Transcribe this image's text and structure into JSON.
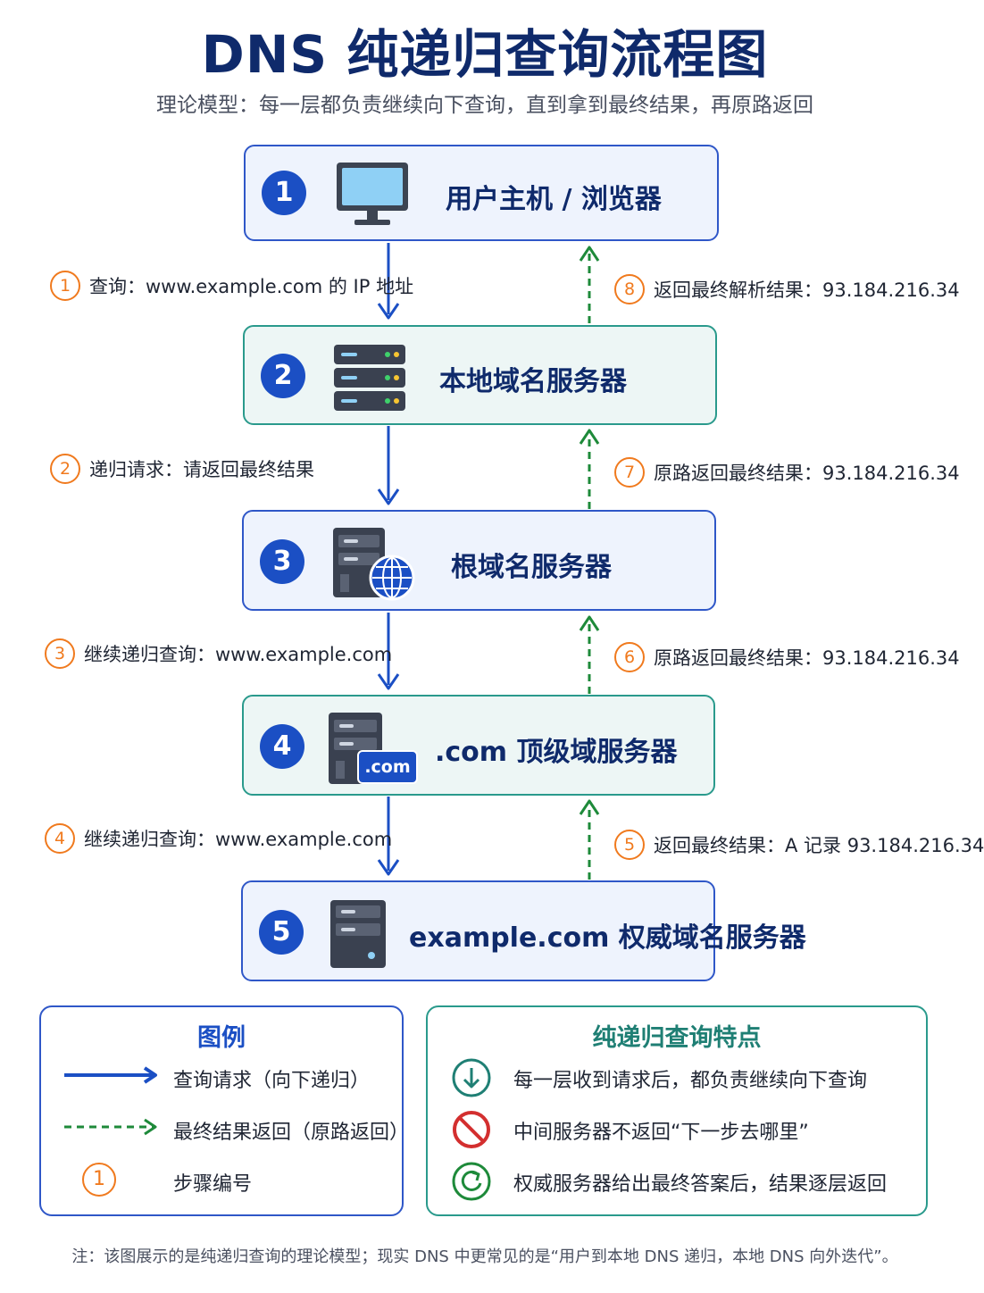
{
  "title": "DNS 纯递归查询流程图",
  "subtitle": "理论模型：每一层都负责继续向下查询，直到拿到最终结果，再原路返回",
  "nodes": [
    {
      "num": "1",
      "label": "用户主机 / 浏览器",
      "icon": "monitor-icon"
    },
    {
      "num": "2",
      "label": "本地域名服务器",
      "icon": "server-rack-icon"
    },
    {
      "num": "3",
      "label": "根域名服务器",
      "icon": "server-globe-icon"
    },
    {
      "num": "4",
      "label": ".com 顶级域服务器",
      "icon": "server-com-icon",
      "badge": ".com"
    },
    {
      "num": "5",
      "label": "example.com 权威域名服务器",
      "icon": "server-tower-icon"
    }
  ],
  "queries": [
    {
      "num": "1",
      "text": "查询：www.example.com 的 IP 地址"
    },
    {
      "num": "2",
      "text": "递归请求：请返回最终结果"
    },
    {
      "num": "3",
      "text": "继续递归查询：www.example.com"
    },
    {
      "num": "4",
      "text": "继续递归查询：www.example.com"
    }
  ],
  "responses": [
    {
      "num": "8",
      "text": "返回最终解析结果：93.184.216.34"
    },
    {
      "num": "7",
      "text": "原路返回最终结果：93.184.216.34"
    },
    {
      "num": "6",
      "text": "原路返回最终结果：93.184.216.34"
    },
    {
      "num": "5",
      "text": "返回最终结果：A 记录 93.184.216.34"
    }
  ],
  "legend": {
    "title": "图例",
    "query_label": "查询请求（向下递归）",
    "return_label": "最终结果返回（原路返回）",
    "step_sample": "1",
    "step_label": "步骤编号"
  },
  "features": {
    "title": "纯递归查询特点",
    "items": [
      {
        "icon": "down-arrow-circle-icon",
        "text": "每一层收到请求后，都负责继续向下查询"
      },
      {
        "icon": "no-entry-icon",
        "text": "中间服务器不返回“下一步去哪里”"
      },
      {
        "icon": "return-cycle-icon",
        "text": "权威服务器给出最终答案后，结果逐层返回"
      }
    ]
  },
  "note": "注：该图展示的是纯递归查询的理论模型；现实 DNS 中更常见的是“用户到本地 DNS 递归，本地 DNS 向外迭代”。",
  "colors": {
    "query_arrow": "#1b4fc4",
    "return_arrow": "#1e8a3a",
    "step_orange": "#f07a1e",
    "title_navy": "#0f2a6b",
    "teal": "#2a9a8c"
  }
}
